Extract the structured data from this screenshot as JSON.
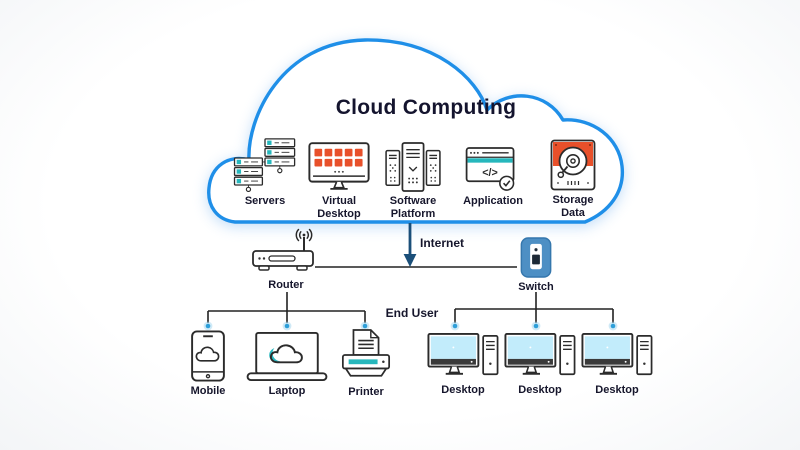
{
  "title": "Cloud Computing",
  "cloud_services": [
    {
      "label": "Servers"
    },
    {
      "label": "Virtual\nDesktop"
    },
    {
      "label": "Software\nPlatform"
    },
    {
      "label": "Application",
      "icon_glyph": "</>"
    },
    {
      "label": "Storage\nData"
    }
  ],
  "network": {
    "internet_label": "Internet",
    "router_label": "Router",
    "switch_label": "Switch",
    "end_user_label": "End User"
  },
  "end_devices": [
    {
      "label": "Mobile"
    },
    {
      "label": "Laptop"
    },
    {
      "label": "Printer"
    },
    {
      "label": "Desktop"
    },
    {
      "label": "Desktop"
    },
    {
      "label": "Desktop"
    }
  ],
  "colors": {
    "cloud_outline": "#1f8fe8",
    "teal_accent": "#26b7bc",
    "orange_accent": "#e8502a",
    "switch_blue": "#4d8fc4",
    "connector_line": "#222222",
    "internet_arrow": "#1b4f79",
    "connection_dot": "#2e9fd9",
    "label_text": "#16162c"
  }
}
